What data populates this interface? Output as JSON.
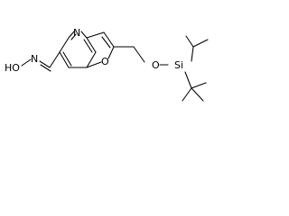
{
  "molecule": {
    "atoms": {
      "ring_nitrogen": "N",
      "hydroxyl": "HO",
      "oxime_nitrogen": "N",
      "furan_oxygen": "O",
      "ether_oxygen": "O",
      "silicon": "Si"
    }
  }
}
